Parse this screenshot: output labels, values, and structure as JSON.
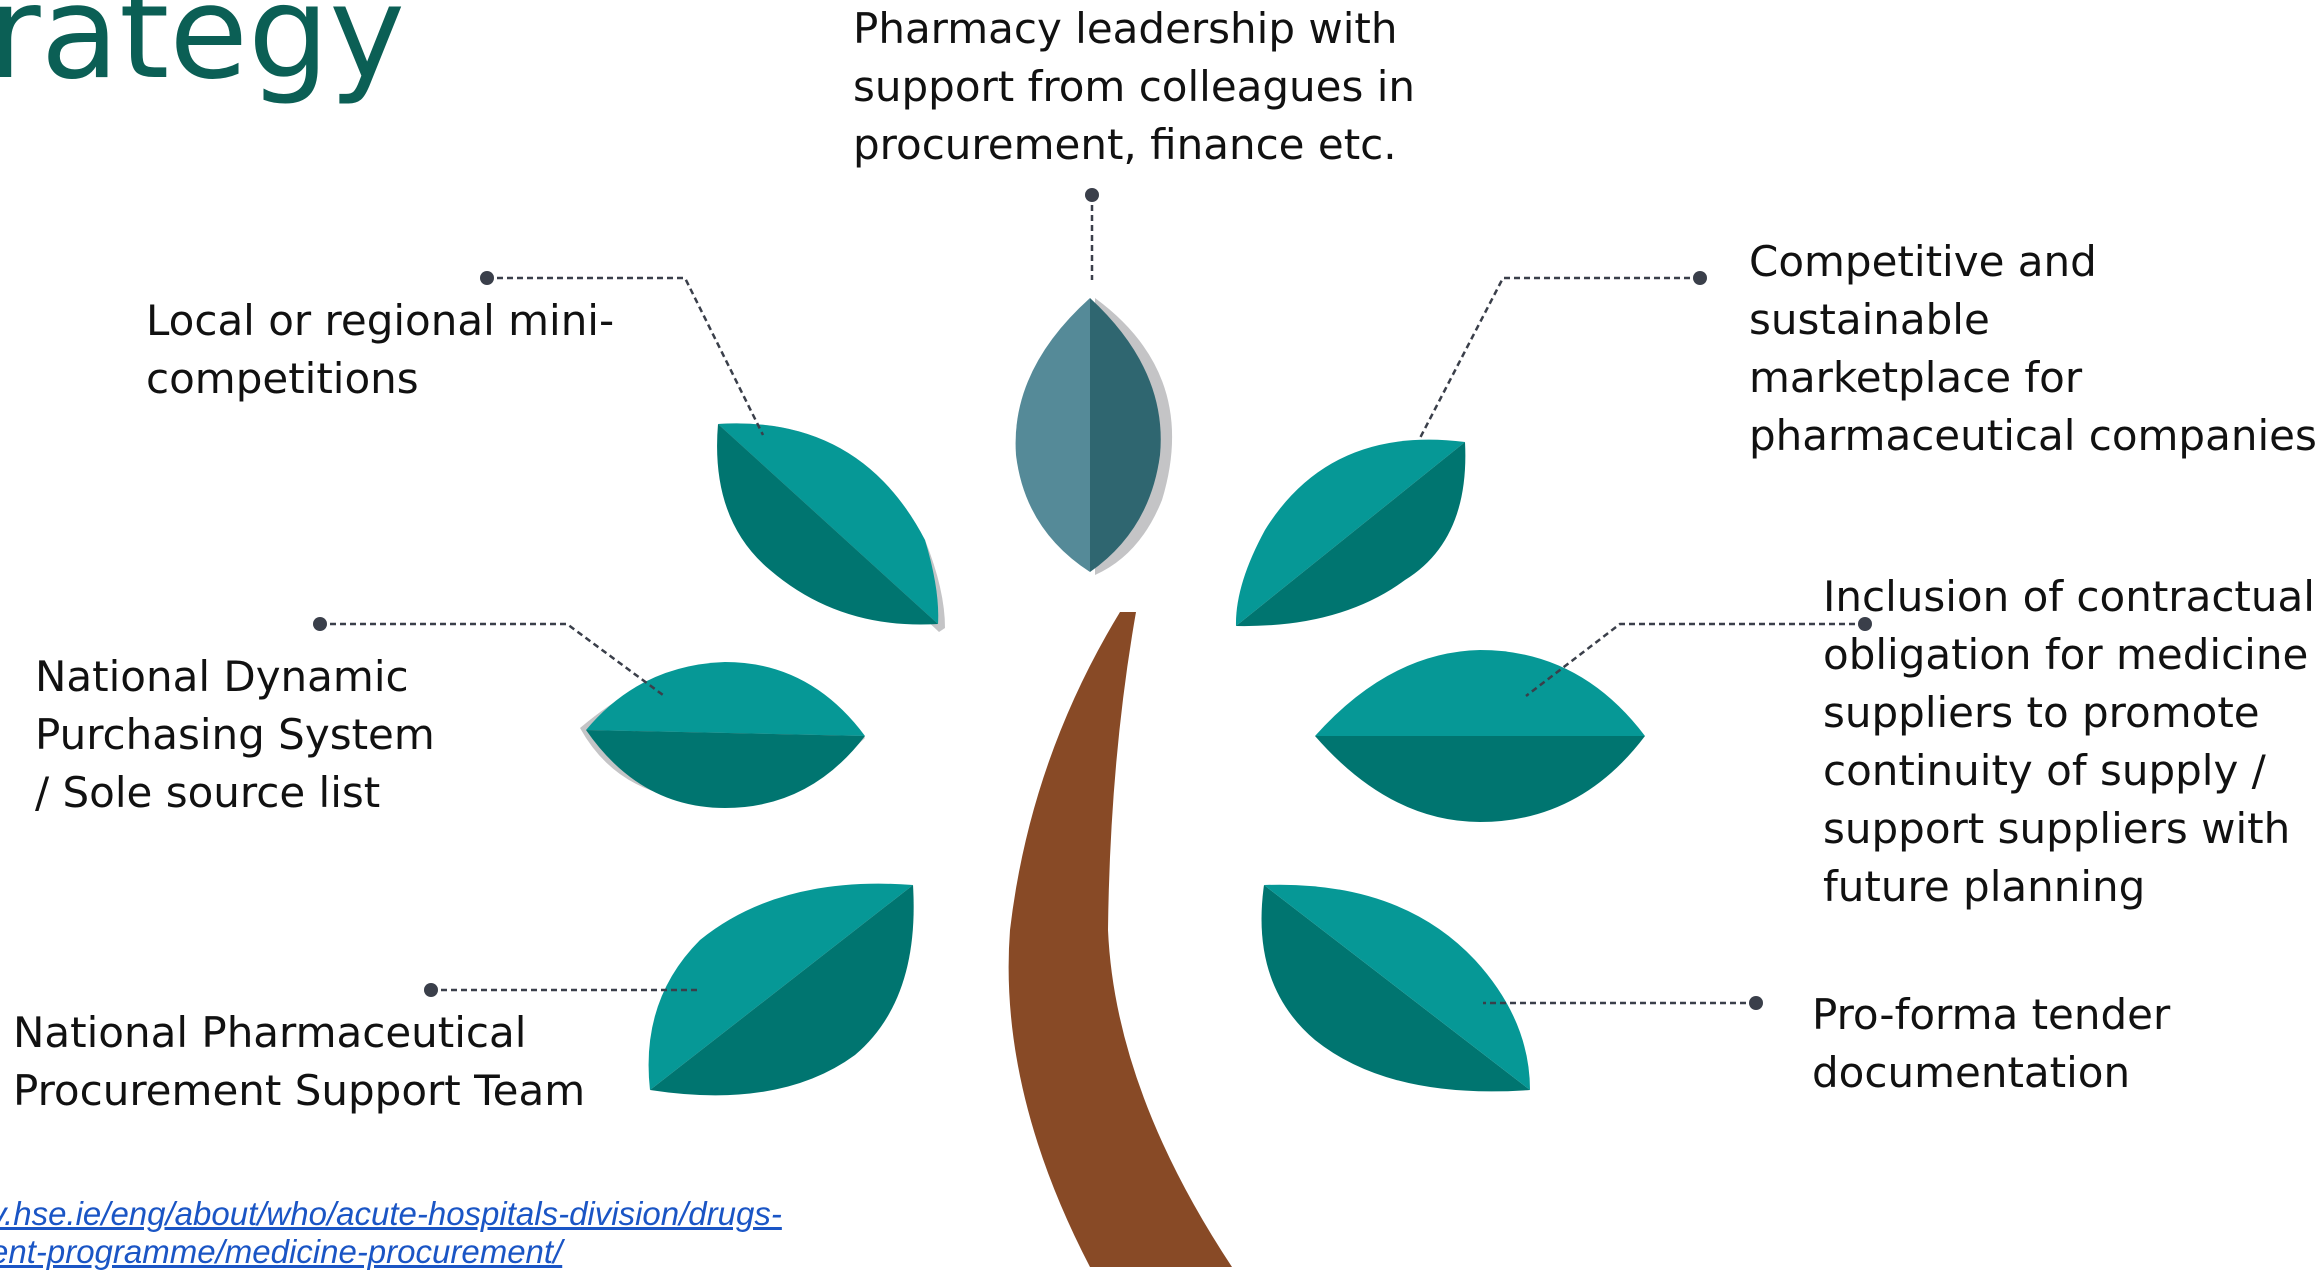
{
  "slide": {
    "title": "rategy",
    "reference_link": "v.hse.ie/eng/about/who/acute-hospitals-division/drugs-\nent-programme/medicine-procurement/"
  },
  "labels": {
    "top": "Pharmacy leadership with\nsupport from colleagues in\nprocurement, finance etc.",
    "upper_left": "Local or regional mini-\ncompetitions",
    "upper_right": "Competitive and sustainable\nmarketplace for\npharmaceutical companies",
    "middle_left": "National Dynamic\nPurchasing System\n/ Sole source list",
    "middle_right": "Inclusion of contractual\nobligation for medicine\nsuppliers to promote\ncontinuity of supply /\nsupport suppliers with\nfuture planning",
    "lower_left": "National Pharmaceutical\nProcurement Support Team",
    "lower_right": "Pro-forma tender\ndocumentation"
  },
  "colors": {
    "title": "#0b5f55",
    "leaf_light": "#069896",
    "leaf_dark": "#007570",
    "top_leaf_light": "#558a98",
    "top_leaf_dark": "#2f6670",
    "trunk": "#884a26",
    "connector": "#3a3f4a",
    "link": "#1a55c5"
  }
}
